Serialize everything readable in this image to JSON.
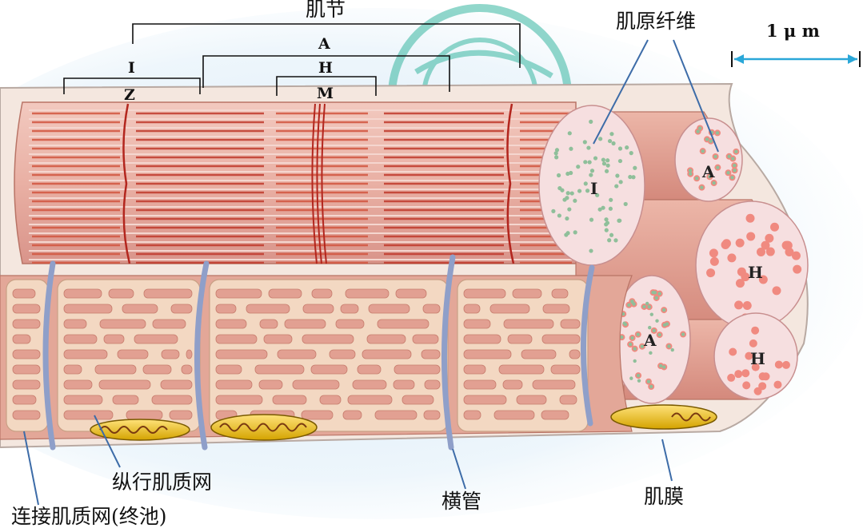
{
  "labels": {
    "sarcomere": "肌节",
    "myofibril": "肌原纤维",
    "scale": "1 μ m",
    "band_i": "I",
    "line_z": "Z",
    "band_a": "A",
    "zone_h": "H",
    "line_m": "M",
    "section_i": "I",
    "section_a_top": "A",
    "section_h_mid": "H",
    "section_a_low": "A",
    "section_h_low": "H",
    "longitudinal_sr": "纵行肌质网",
    "terminal_cisterna": "连接肌质网(终池)",
    "t_tubule": "横管",
    "sarcolemma": "肌膜"
  },
  "colors": {
    "myofibril_body": "#e9b3a8",
    "striation": "#c0392b",
    "sr_network": "#f3d8c2",
    "t_tubule": "#8f9fc9",
    "mitochondria": "#e0b400",
    "cross_section": "#f6dfe0",
    "leader_line": "#3d6ca8",
    "scale_bar": "#2aa7d8",
    "background_glow": "#cfe5f5"
  }
}
